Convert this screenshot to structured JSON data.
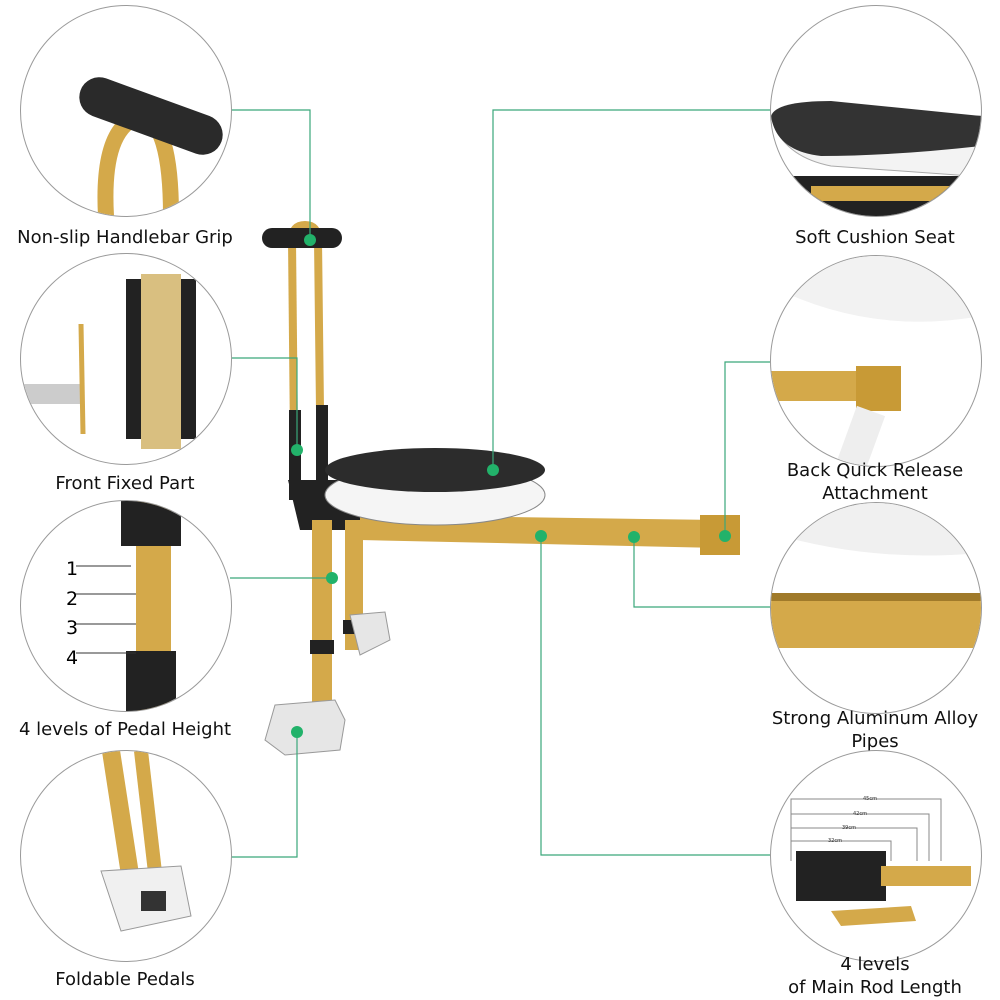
{
  "colors": {
    "callout_line": "#3aa77a",
    "dot": "#22b26a",
    "gold": "#d4a94a",
    "black": "#222222"
  },
  "callouts": {
    "left": [
      {
        "label": "Non-slip Handlebar Grip"
      },
      {
        "label": "Front Fixed Part"
      },
      {
        "label": "4 levels of Pedal Height",
        "levels": [
          "1",
          "2",
          "3",
          "4"
        ]
      },
      {
        "label": "Foldable Pedals"
      }
    ],
    "right": [
      {
        "label": "Soft Cushion Seat"
      },
      {
        "label_line1": "Back Quick Release",
        "label_line2": "Attachment"
      },
      {
        "label_line1": "Strong Aluminum Alloy",
        "label_line2": "Pipes"
      },
      {
        "label_line1": "4 levels",
        "label_line2": "of Main Rod Length",
        "dimensions": [
          "45cm",
          "42cm",
          "39cm",
          "32cm"
        ]
      }
    ]
  }
}
